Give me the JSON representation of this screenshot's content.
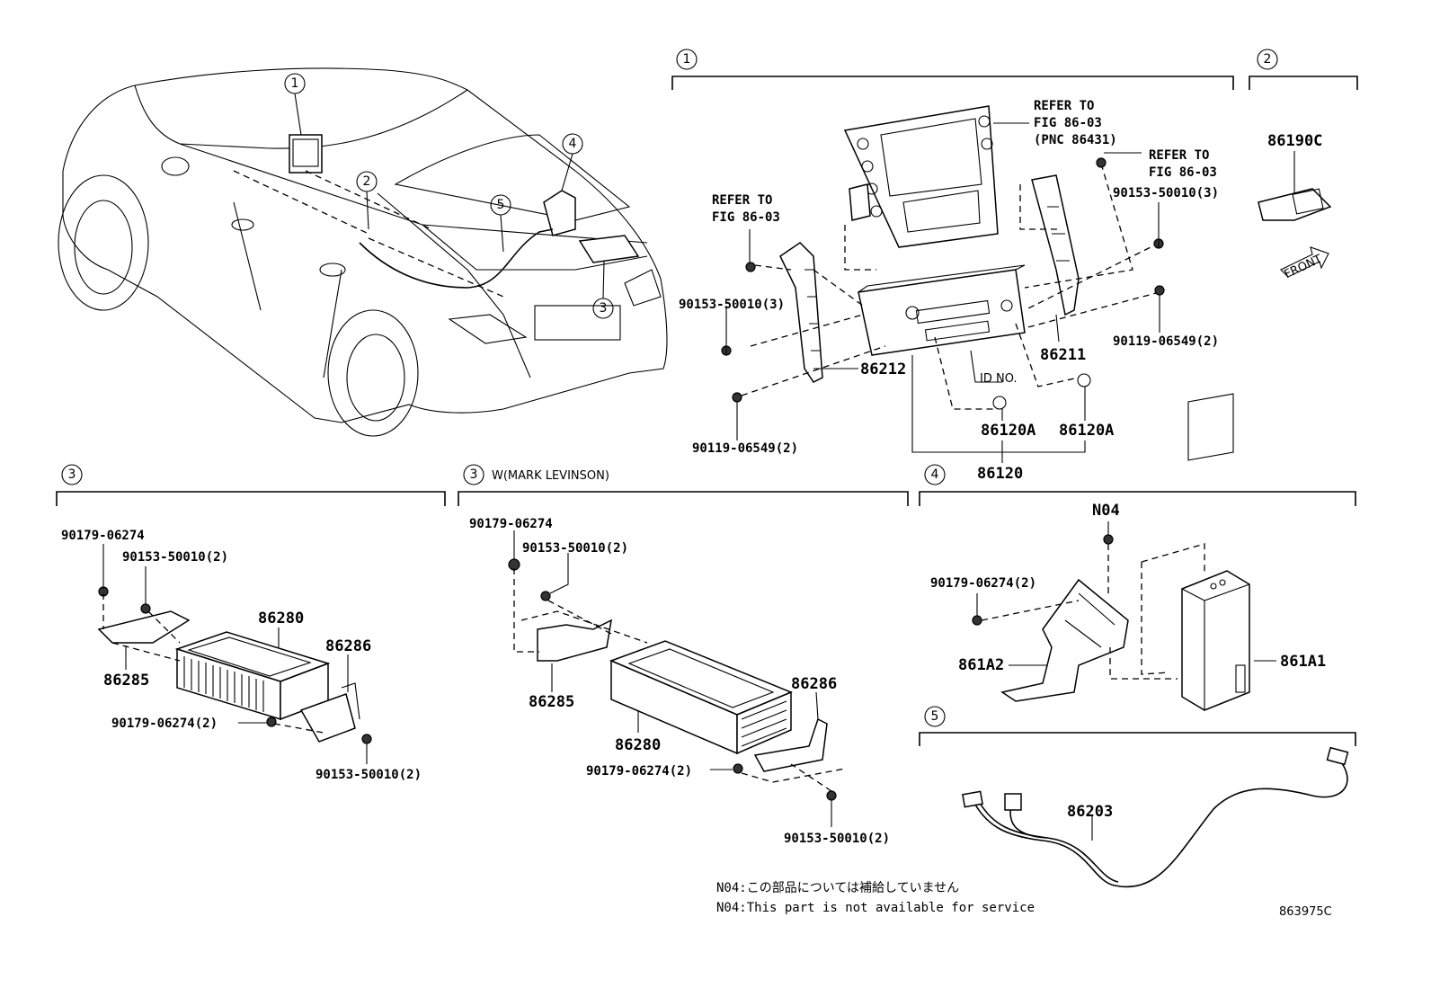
{
  "circle_labels": {
    "c1": "1",
    "c2": "2",
    "c3": "3",
    "c4": "4",
    "c5": "5"
  },
  "sections": {
    "s1": "1",
    "s2": "2",
    "s3": "3",
    "s3ml": "3",
    "s3ml_caption": "W(MARK LEVINSON)",
    "s4": "4",
    "s5": "5"
  },
  "sec1": {
    "refer_top": [
      "REFER TO",
      "FIG 86-03",
      "(PNC 86431)"
    ],
    "refer_left": [
      "REFER TO",
      "FIG 86-03"
    ],
    "refer_right": [
      "REFER TO",
      "FIG 86-03"
    ],
    "p_90153_right": "90153-50010(3)",
    "p_90153_left": "90153-50010(3)",
    "p_90119_right": "90119-06549(2)",
    "p_90119_left": "90119-06549(2)",
    "p_86211": "86211",
    "p_86212": "86212",
    "id_no": "ID NO.",
    "p_86120a_1": "86120A",
    "p_86120a_2": "86120A",
    "p_86120": "86120"
  },
  "sec2": {
    "p_86190c": "86190C",
    "front": "FRONT"
  },
  "sec3": {
    "p_90179_top": "90179-06274",
    "p_90153_top": "90153-50010(2)",
    "p_86280": "86280",
    "p_86286": "86286",
    "p_86285": "86285",
    "p_90179_bot": "90179-06274(2)",
    "p_90153_bot": "90153-50010(2)"
  },
  "sec3ml": {
    "p_90179_top": "90179-06274",
    "p_90153_top": "90153-50010(2)",
    "p_86285": "86285",
    "p_86286": "86286",
    "p_86280": "86280",
    "p_90179_bot": "90179-06274(2)",
    "p_90153_bot": "90153-50010(2)"
  },
  "sec4": {
    "p_n04": "N04",
    "p_90179": "90179-06274(2)",
    "p_861a2": "861A2",
    "p_861a1": "861A1"
  },
  "sec5": {
    "p_86203": "86203"
  },
  "notes": {
    "jp": "N04:この部品については補給していません",
    "en": "N04:This part is not available for service"
  },
  "figure_id": "863975C"
}
